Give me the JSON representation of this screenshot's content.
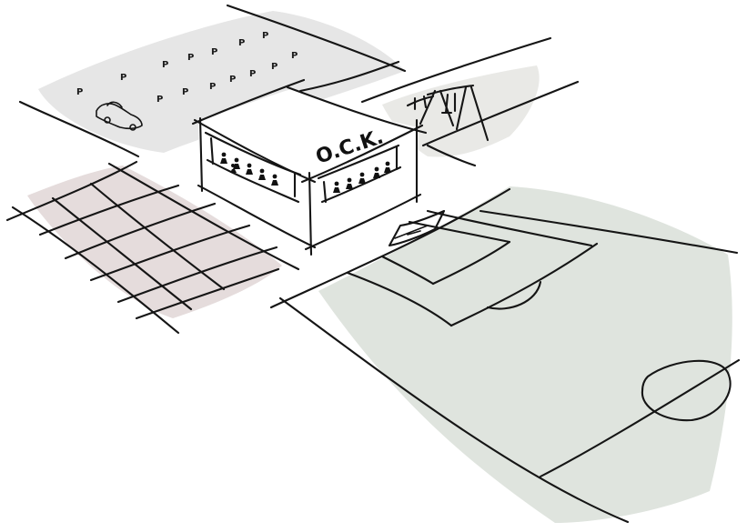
{
  "building": {
    "sign": "O.C.K."
  },
  "parking": {
    "marker": "P",
    "marker_count": 14
  },
  "colors": {
    "parking_fill": "#e6e6e6",
    "playground_fill": "#e9e9e6",
    "court_fill": "#e5dcdc",
    "field_fill": "#dfe4de",
    "ink": "#151515"
  }
}
